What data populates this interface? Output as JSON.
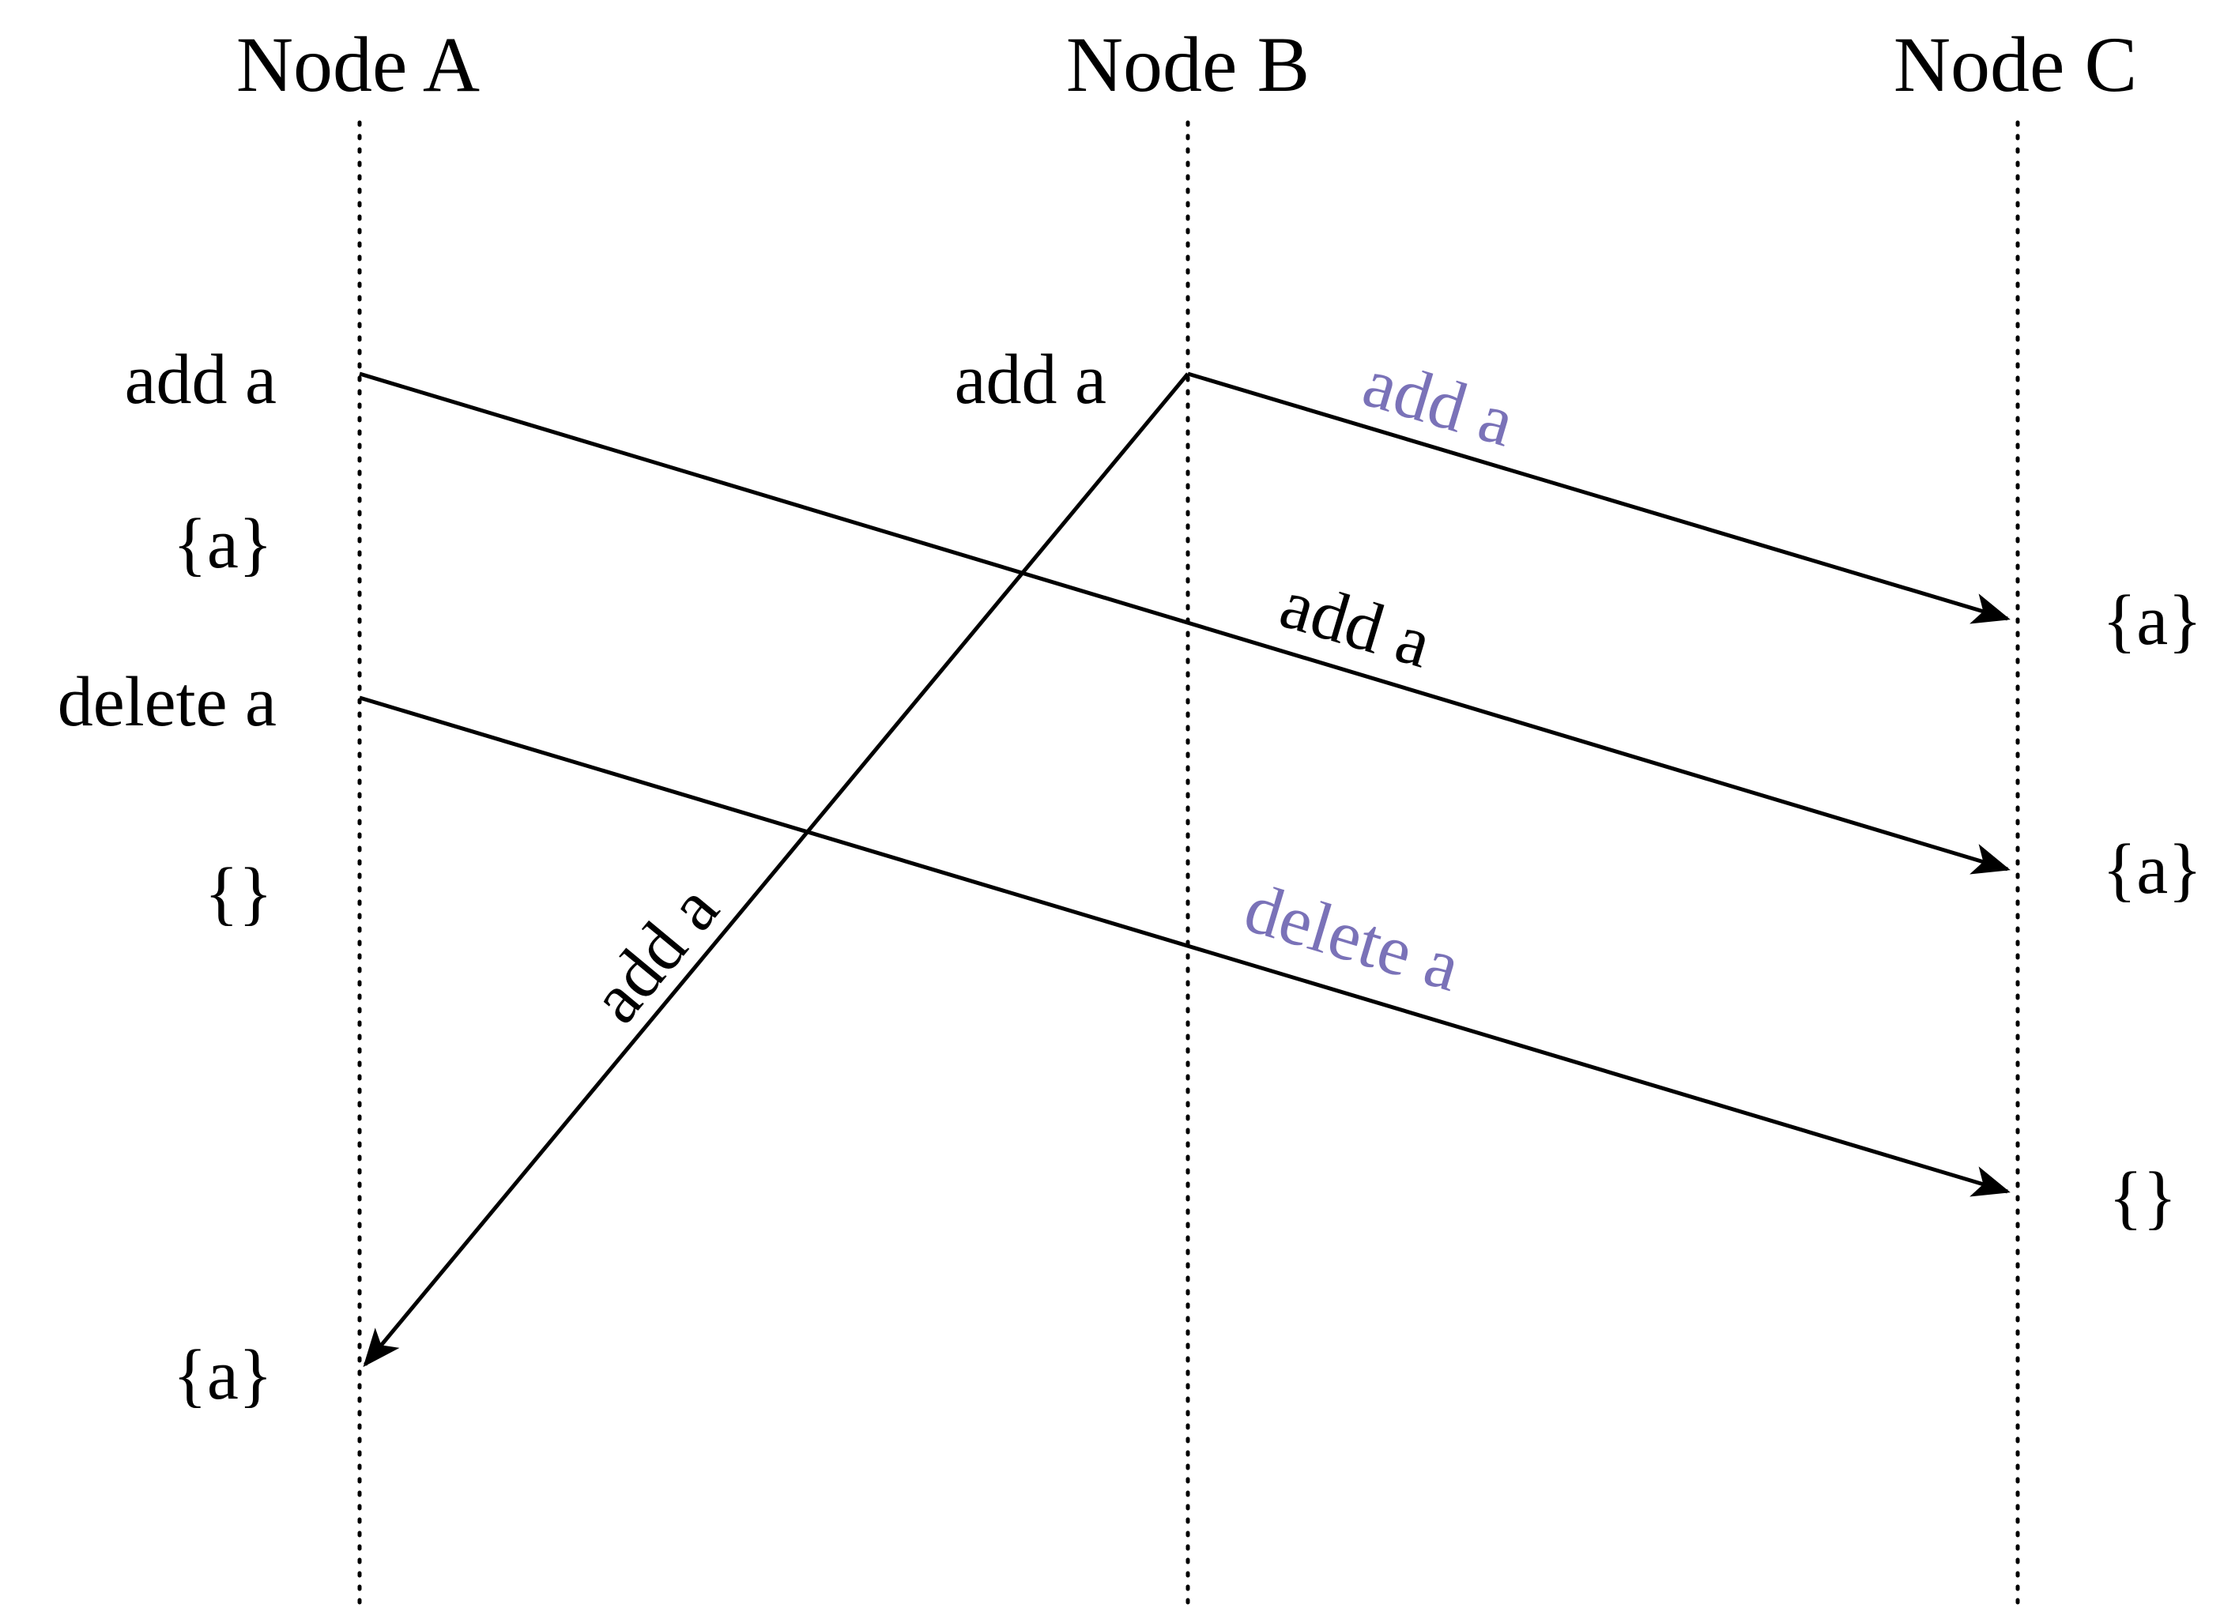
{
  "colors": {
    "ink": "#000000",
    "highlight": "#7a72b8"
  },
  "nodes": [
    {
      "title": "Node A"
    },
    {
      "title": "Node B"
    },
    {
      "title": "Node C"
    }
  ],
  "node_a": {
    "op_add": "add a",
    "state_after_add": "{a}",
    "op_delete": "delete a",
    "state_after_delete": "{}",
    "state_final": "{a}"
  },
  "node_b": {
    "op_add": "add a"
  },
  "node_c": {
    "state_1": "{a}",
    "state_2": "{a}",
    "state_3": "{}"
  },
  "messages": {
    "b_to_c": "add a",
    "a_to_c": "add a",
    "a_delete_to_c": "delete a",
    "b_to_a": "add a"
  }
}
